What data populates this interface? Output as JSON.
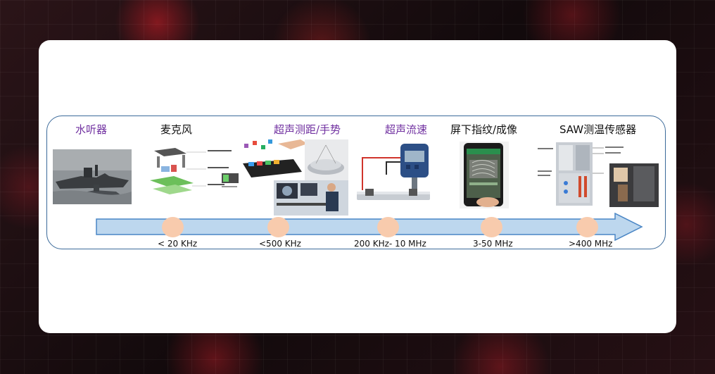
{
  "stages": [
    {
      "label": "水听器",
      "frequency": "",
      "label_color": "#7030a0",
      "image_icon": "ship-photo"
    },
    {
      "label": "麦克风",
      "frequency": "< 20 KHz",
      "label_color": "#111111",
      "image_icon": "mems-microphone-diagram"
    },
    {
      "label": "超声测距/手势",
      "frequency": "<500 KHz",
      "label_color": "#7030a0",
      "image_icon": "tablet-gesture-robot-photo"
    },
    {
      "label": "超声流速",
      "frequency": "200 KHz- 10 MHz",
      "label_color": "#7030a0",
      "image_icon": "flow-meter-photo"
    },
    {
      "label": "屏下指纹/成像",
      "frequency": "3-50 MHz",
      "label_color": "#111111",
      "image_icon": "phone-fingerprint-photo"
    },
    {
      "label": "SAW测温传感器",
      "frequency": ">400 MHz",
      "label_color": "#111111",
      "image_icon": "switchgear-sensor-photo"
    }
  ],
  "colors": {
    "arrow_fill": "#bdd7ee",
    "arrow_stroke": "#4a86c5",
    "marker_fill": "#f8cbad",
    "frame_stroke": "#3b6a9a"
  }
}
